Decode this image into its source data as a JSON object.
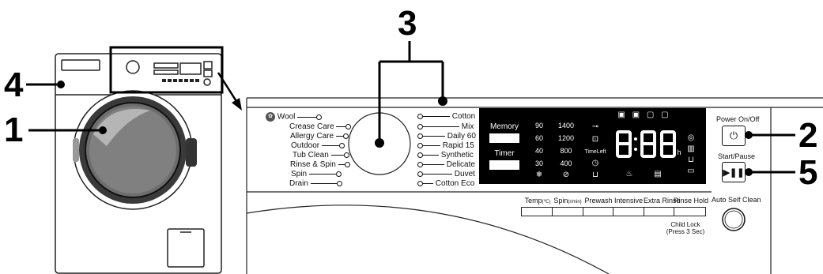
{
  "callouts": [
    "1",
    "2",
    "3",
    "4",
    "5"
  ],
  "programs_left": [
    {
      "label": "Wool",
      "icon": "wool-icon"
    },
    {
      "label": "Crease Care"
    },
    {
      "label": "Allergy Care"
    },
    {
      "label": "Outdoor"
    },
    {
      "label": "Tub Clean"
    },
    {
      "label": "Rinse & Spin"
    },
    {
      "label": "Spin"
    },
    {
      "label": "Drain"
    }
  ],
  "programs_right": [
    "Cotton",
    "Mix",
    "Daily 60",
    "Rapid 15",
    "Synthetic",
    "Delicate",
    "Duvet",
    "Cotton Eco"
  ],
  "display": {
    "memory": "Memory",
    "timer": "Timer",
    "temps": [
      "90",
      "60",
      "40",
      "30"
    ],
    "spins": [
      "1400",
      "1200",
      "800",
      "400"
    ],
    "time_left": "TimeLeft",
    "digits": "8:88",
    "h": "h"
  },
  "buttons": {
    "power": "Power On/Off",
    "start": "Start/Pause",
    "auto_clean": "Auto Self Clean"
  },
  "options": {
    "temp_pre": "Temp",
    "temp_unit": "(℃)",
    "spin_pre": "Spin",
    "spin_unit": "(r/min)",
    "prewash": "Prewash",
    "intensive": "Intensive",
    "extra_rinse": "Extra Rinse",
    "rinse_hold": "Rinse Hold",
    "child_lock_1": "Child Lock",
    "child_lock_2": "(Press 3 Sec)"
  },
  "colors": {
    "display_bg": "#000000",
    "line": "#000000"
  }
}
